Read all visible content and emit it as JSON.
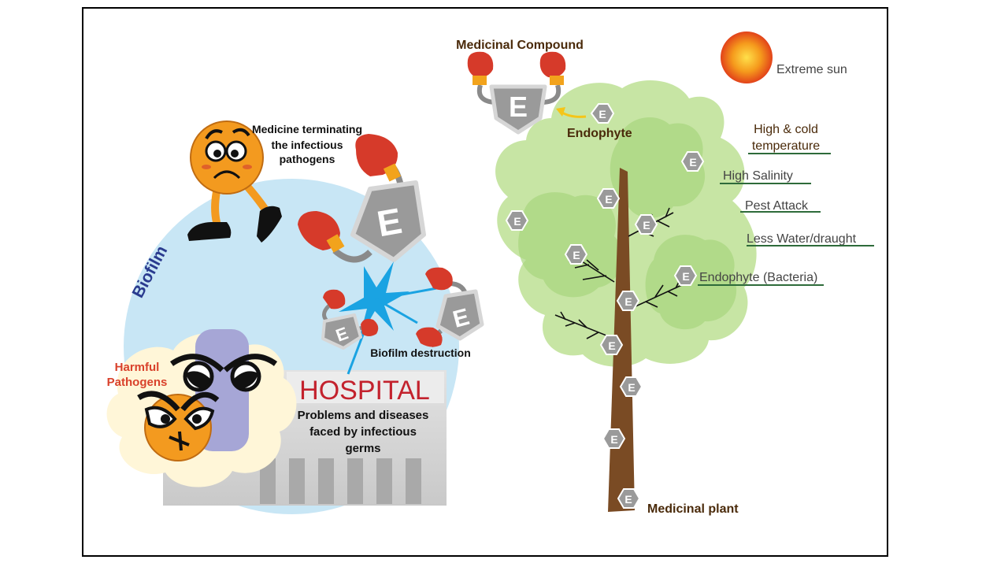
{
  "labels": {
    "medicinal_compound": "Medicinal Compound",
    "extreme_sun": "Extreme sun",
    "endophyte": "Endophyte",
    "high_cold_line1": "High & cold",
    "high_cold_line2": "temperature",
    "high_salinity": "High Salinity",
    "pest_attack": "Pest Attack",
    "less_water": "Less Water/draught",
    "endophyte_bacteria": "Endophyte (Bacteria)",
    "medicinal_plant": "Medicinal plant",
    "medicine_line1": "Medicine terminating",
    "medicine_line2": "the infectious",
    "medicine_line3": "pathogens",
    "biofilm": "Biofilm",
    "biofilm_destruction": "Biofilm destruction",
    "harmful_line1": "Harmful",
    "harmful_line2": "Pathogens",
    "hospital": "HOSPITAL",
    "problems_line1": "Problems and diseases",
    "problems_line2": "faced by infectious",
    "problems_line3": "germs"
  },
  "badge_letter": "E",
  "colors": {
    "label_dark": "#4a2a0a",
    "hospital_red": "#c3222d",
    "biofilm_blue": "#2a3b8f",
    "pathogen_red": "#d9412b",
    "underline_green": "#2e6b3a",
    "biofilm_fill": "#c8e6f5",
    "foliage_light": "#c7e5a4",
    "foliage_mid": "#a8d57e",
    "trunk": "#7a4b24",
    "badge_gray": "#9a9a9a",
    "glove_red": "#d63a2a",
    "orange": "#f39a1f"
  }
}
